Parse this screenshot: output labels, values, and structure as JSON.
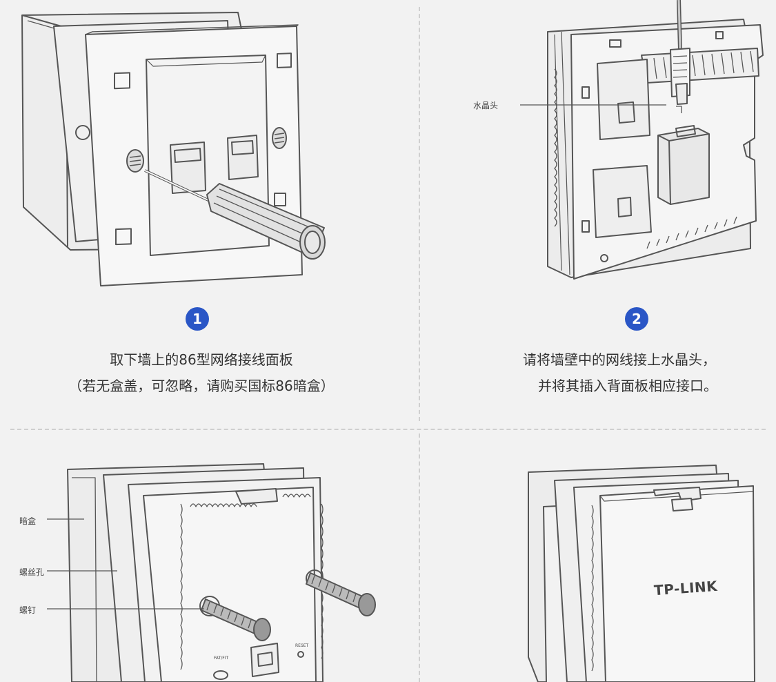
{
  "steps": [
    {
      "number": "1",
      "caption_line1": "取下墙上的86型网络接线面板",
      "caption_line2": "（若无盒盖，可忽略，请购买国标86暗盒）"
    },
    {
      "number": "2",
      "caption_line1": "请将墙壁中的网线接上水晶头，",
      "caption_line2": "并将其插入背面板相应接口。",
      "callouts": {
        "connector": "水晶头"
      }
    },
    {
      "callouts": {
        "box": "暗盒",
        "screw_hole": "螺丝孔",
        "screw": "螺钉"
      },
      "device_labels": {
        "fat_fit": "FAT/FIT",
        "reset": "RESET"
      }
    },
    {
      "device_logo": "TP-LINK"
    }
  ],
  "colors": {
    "badge": "#2a56c6",
    "background": "#f2f2f2",
    "line": "#555555"
  }
}
